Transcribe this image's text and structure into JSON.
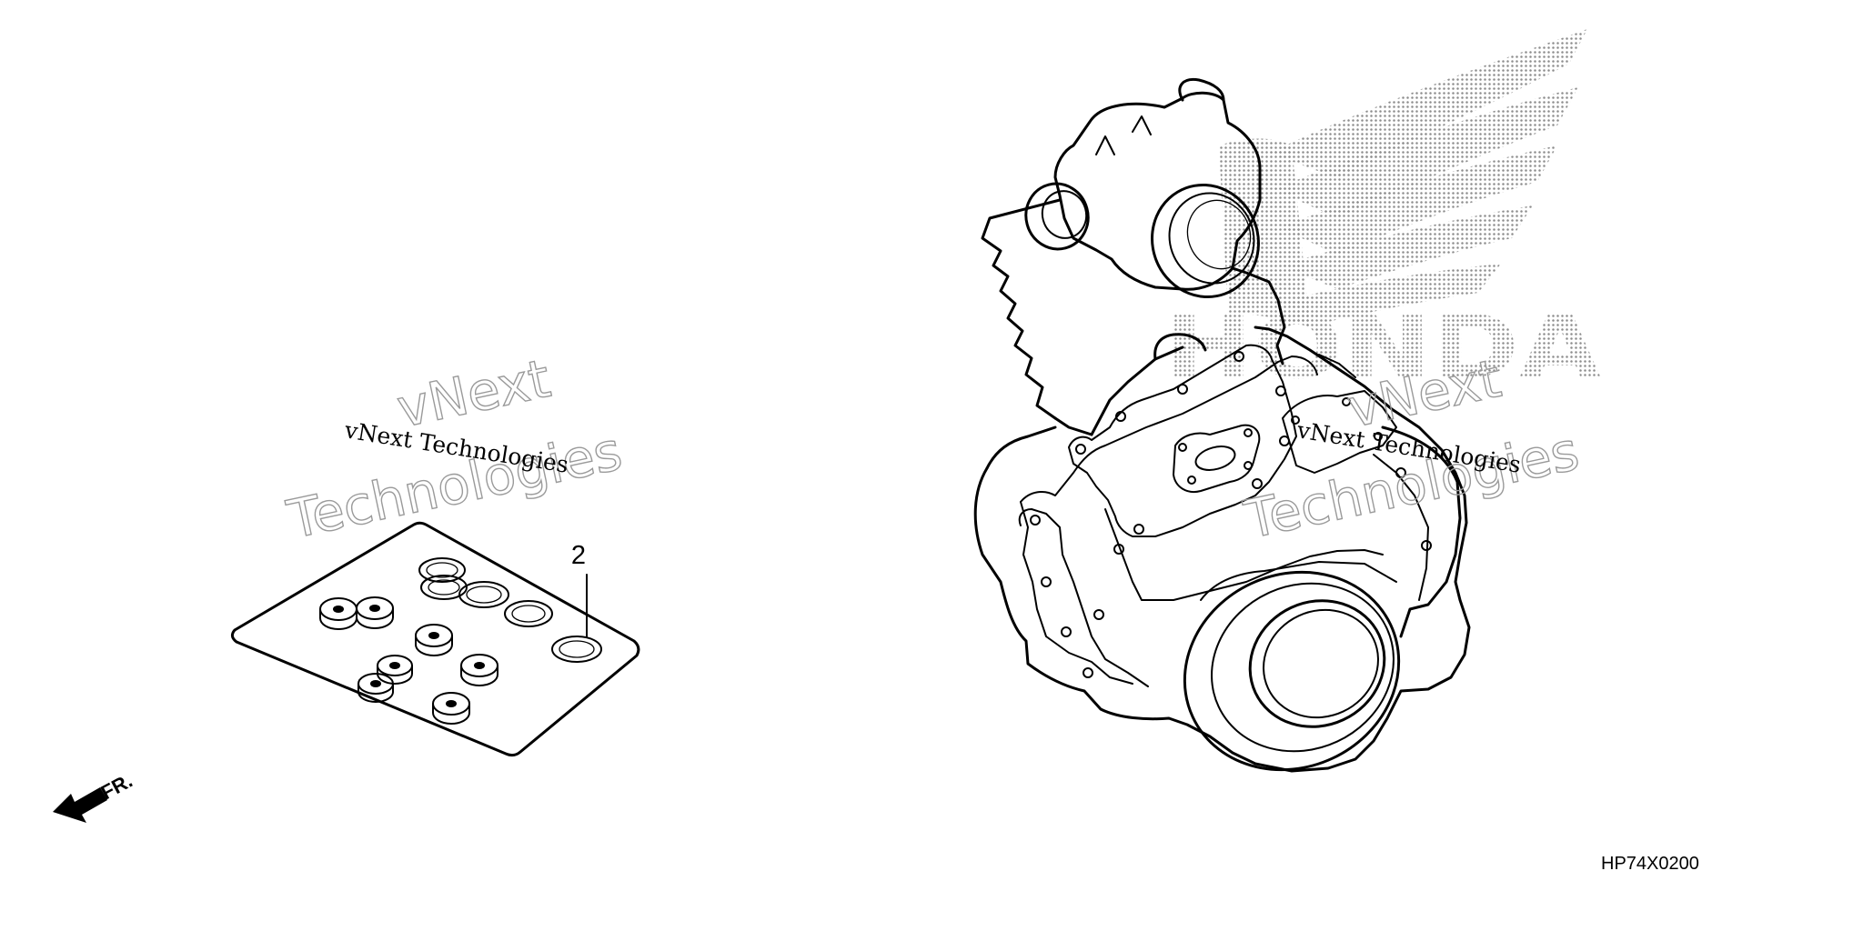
{
  "diagram": {
    "part_callout": "2",
    "diagram_code": "HP74X0200",
    "direction_label": "FR.",
    "watermark_lines": [
      "vNext",
      "Technologies",
      "vNext Technologies"
    ],
    "brand_logo_text": "HONDA",
    "ink_color": "#000000",
    "watermark_color": "#9a9a9a",
    "logo_dot_color": "#8c8c8c"
  }
}
